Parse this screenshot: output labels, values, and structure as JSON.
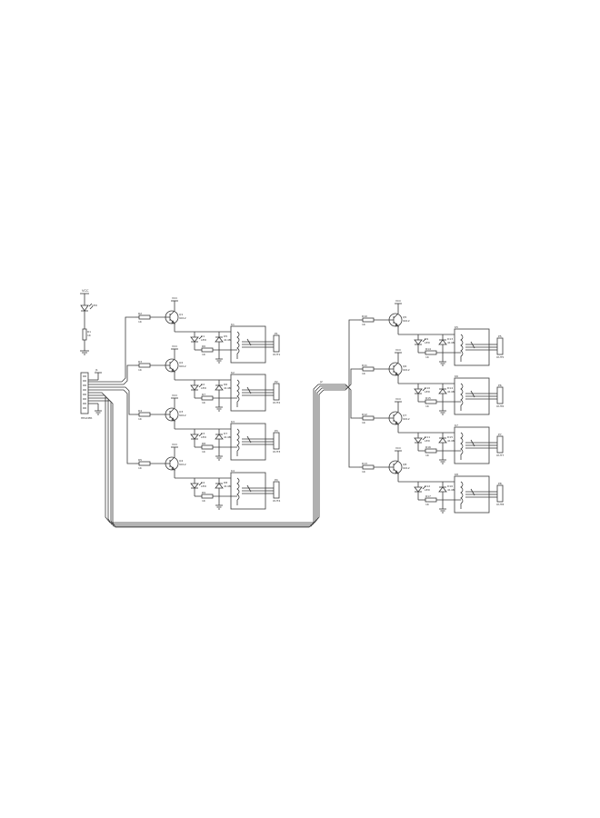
{
  "colors": {
    "wire": "#3a3a3a",
    "text": "#333333",
    "background": "#ffffff"
  },
  "power_led": {
    "vcc": "VCC",
    "led": "LED",
    "res": "R1",
    "res_val": "1K"
  },
  "left_header": {
    "name": "J1",
    "label": "HEADER"
  },
  "right_header": {
    "name": "J2"
  },
  "left_channels": [
    {
      "r": "R2",
      "rv": "1K",
      "q": "Q1",
      "qt": "9012",
      "vcc": "VCC",
      "led": "D1",
      "ledv": "LED",
      "diode": "D5",
      "diodev": "4148",
      "relay": "K1",
      "rres": "R6",
      "rresv": "1K",
      "conn": "P1",
      "connlabel": "OUT1"
    },
    {
      "r": "R3",
      "rv": "1K",
      "q": "Q2",
      "qt": "9012",
      "vcc": "VCC",
      "led": "D2",
      "ledv": "LED",
      "diode": "D6",
      "diodev": "4148",
      "relay": "K2",
      "rres": "R7",
      "rresv": "1K",
      "conn": "P2",
      "connlabel": "OUT2"
    },
    {
      "r": "R4",
      "rv": "1K",
      "q": "Q3",
      "qt": "9012",
      "vcc": "VCC",
      "led": "D3",
      "ledv": "LED",
      "diode": "D7",
      "diodev": "4148",
      "relay": "K3",
      "rres": "R8",
      "rresv": "1K",
      "conn": "P3",
      "connlabel": "OUT3"
    },
    {
      "r": "R5",
      "rv": "1K",
      "q": "Q4",
      "qt": "9012",
      "vcc": "VCC",
      "led": "D4",
      "ledv": "LED",
      "diode": "D8",
      "diodev": "4148",
      "relay": "K4",
      "rres": "R9",
      "rresv": "1K",
      "conn": "P4",
      "connlabel": "OUT4"
    }
  ],
  "right_channels": [
    {
      "r": "R10",
      "rv": "1K",
      "q": "Q5",
      "qt": "9012",
      "vcc": "VCC",
      "led": "D9",
      "ledv": "LED",
      "diode": "D13",
      "diodev": "4148",
      "relay": "K5",
      "rres": "R14",
      "rresv": "1K",
      "conn": "P5",
      "connlabel": "OUT5"
    },
    {
      "r": "R11",
      "rv": "1K",
      "q": "Q6",
      "qt": "9012",
      "vcc": "VCC",
      "led": "D10",
      "ledv": "LED",
      "diode": "D14",
      "diodev": "4148",
      "relay": "K6",
      "rres": "R15",
      "rresv": "1K",
      "conn": "P6",
      "connlabel": "OUT6"
    },
    {
      "r": "R12",
      "rv": "1K",
      "q": "Q7",
      "qt": "9012",
      "vcc": "VCC",
      "led": "D11",
      "ledv": "LED",
      "diode": "D15",
      "diodev": "4148",
      "relay": "K7",
      "rres": "R16",
      "rresv": "1K",
      "conn": "P7",
      "connlabel": "OUT7"
    },
    {
      "r": "R13",
      "rv": "1K",
      "q": "Q8",
      "qt": "9012",
      "vcc": "VCC",
      "led": "D12",
      "ledv": "LED",
      "diode": "D16",
      "diodev": "4148",
      "relay": "K8",
      "rres": "R17",
      "rresv": "1K",
      "conn": "P8",
      "connlabel": "OUT8"
    }
  ]
}
